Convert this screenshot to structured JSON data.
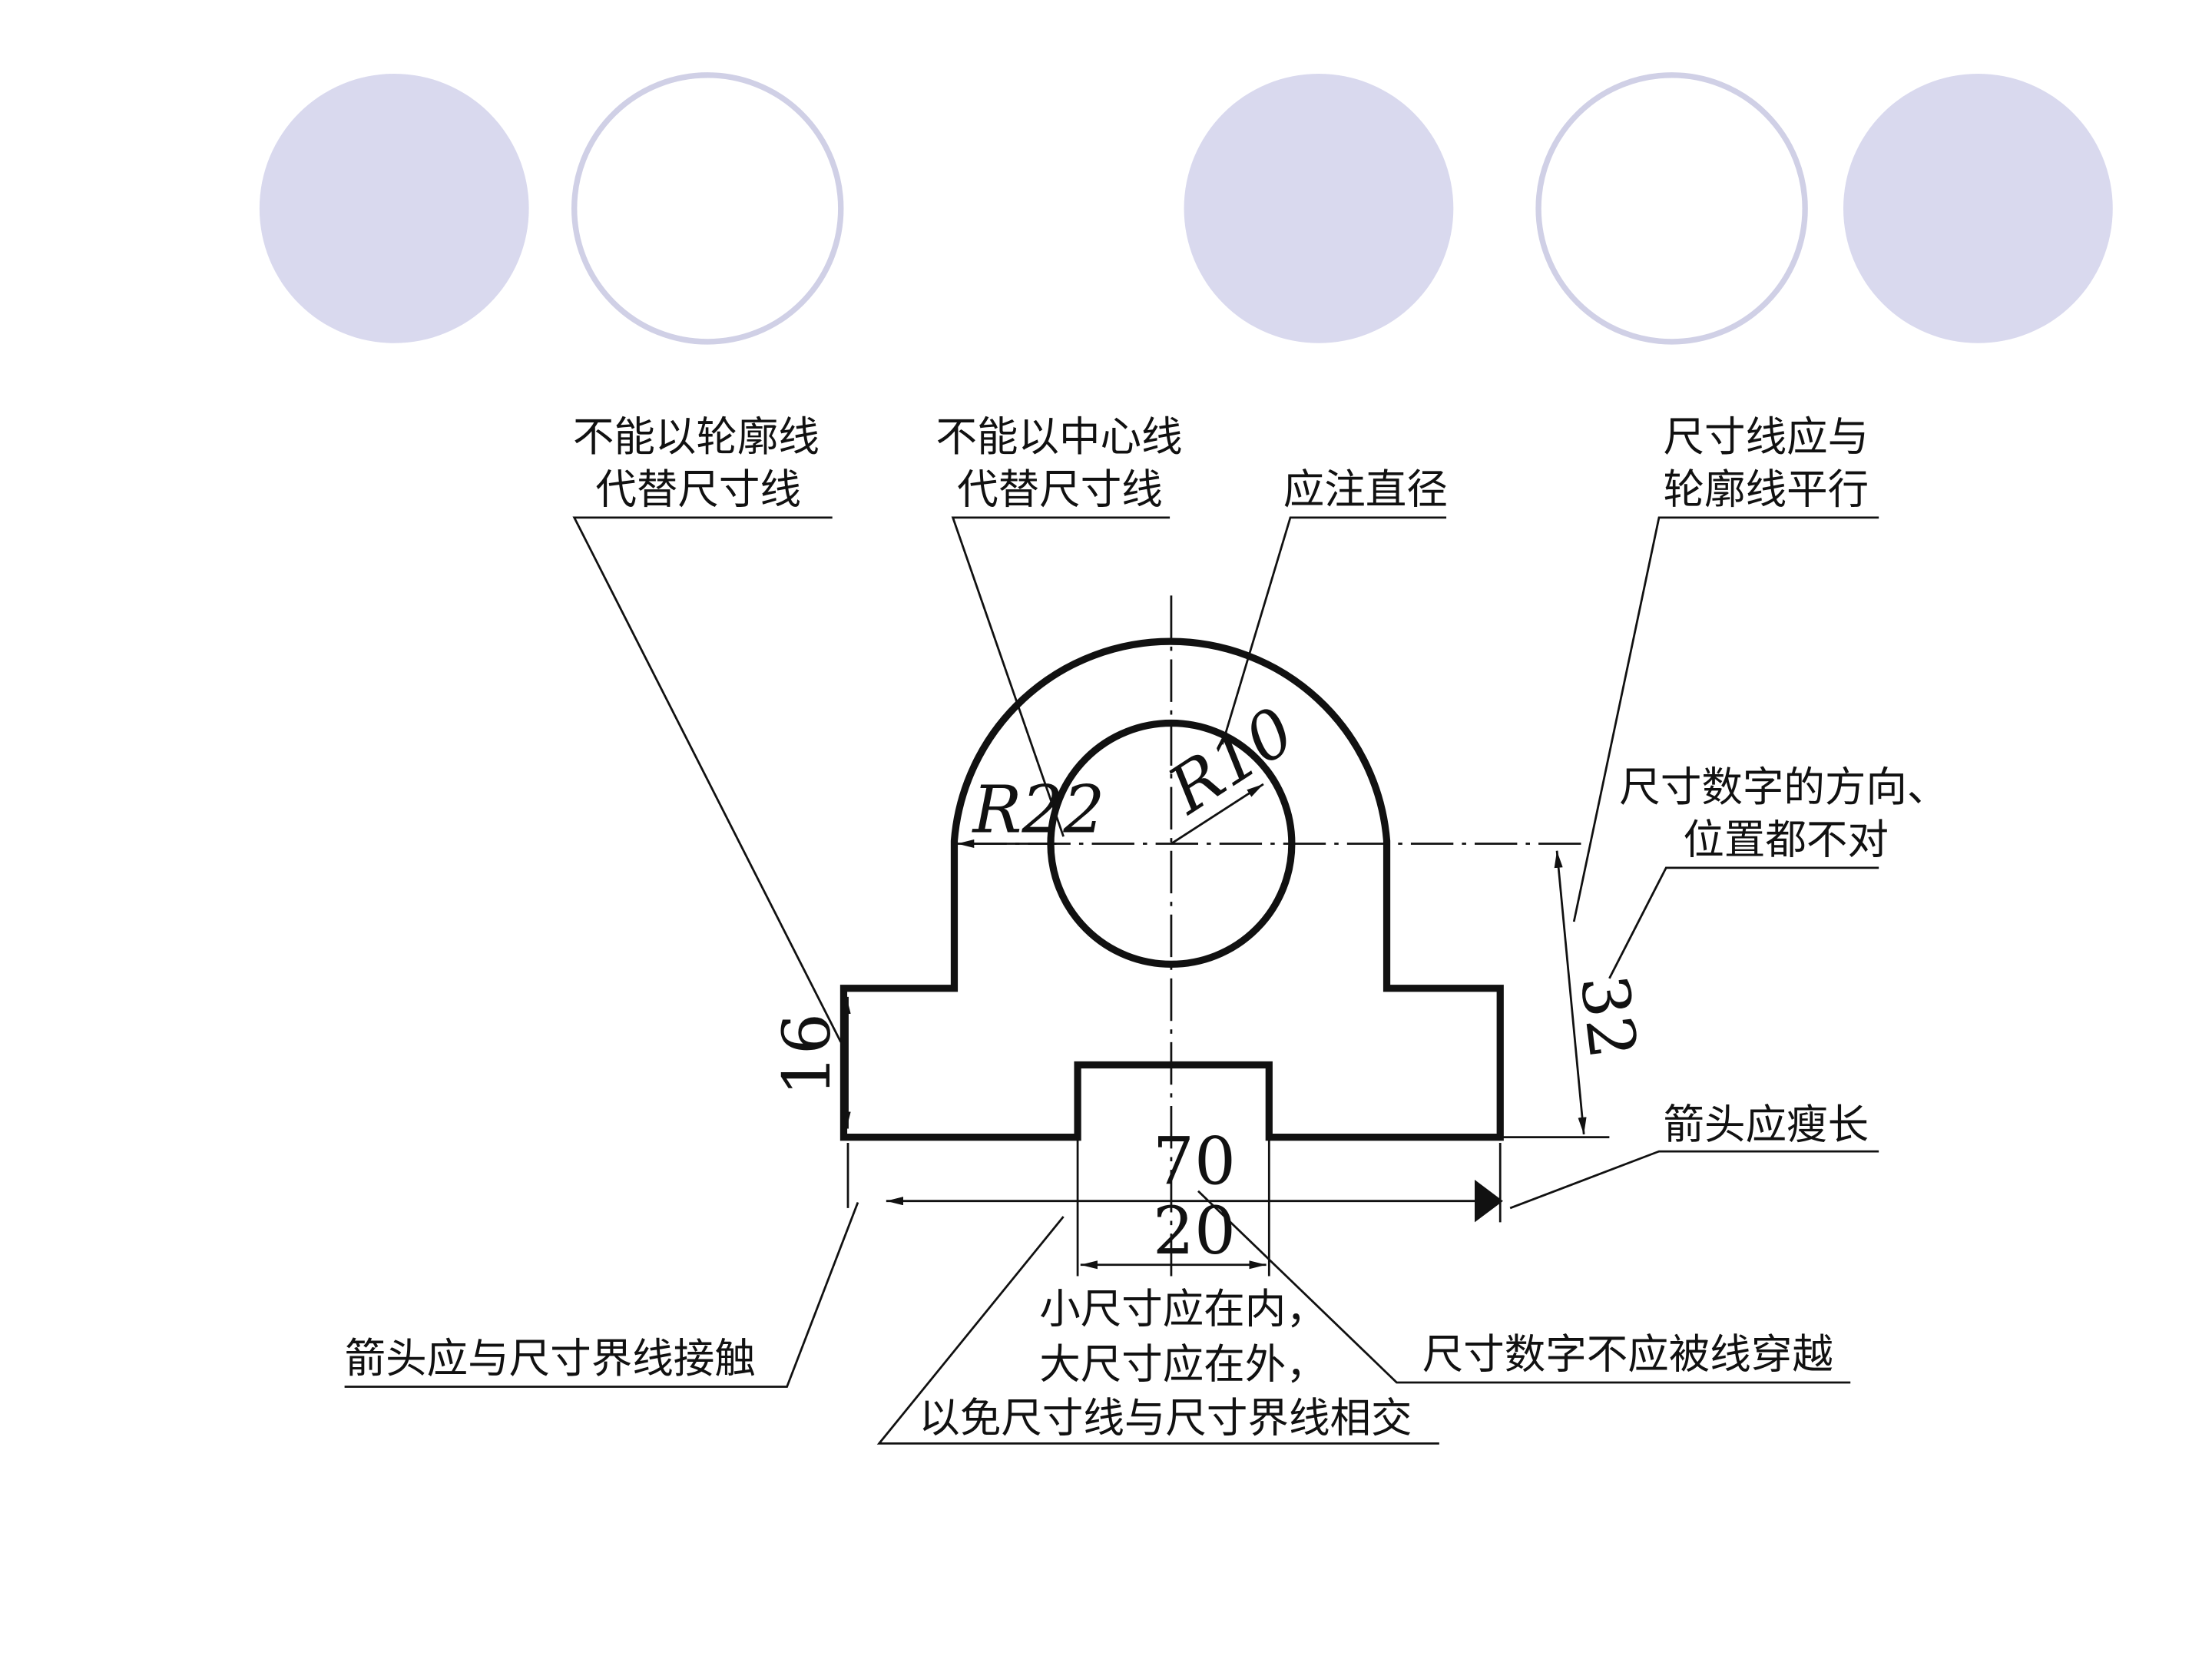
{
  "colors": {
    "circle_fill": "#d9d9ee",
    "circle_outline": "#d0d0e6",
    "ink": "#111111"
  },
  "annotations": {
    "contour_not_dimline": [
      "不能以轮廓线",
      "代替尺寸线"
    ],
    "center_not_dimline": [
      "不能以中心线",
      "代替尺寸线"
    ],
    "note_diameter": "应注直径",
    "parallel": [
      "尺寸线应与",
      "轮廓线平行"
    ],
    "number_direction": [
      "尺寸数字的方向、",
      "位置都不对"
    ],
    "arrow_slender": "箭头应瘦长",
    "arrow_touch": "箭头应与尺寸界线接触",
    "small_inside": [
      "小尺寸应在内，",
      "大尺寸应在外，",
      "以免尺寸线与尺寸界线相交"
    ],
    "not_crossed": "尺寸数字不应被线穿越"
  },
  "dimensions": {
    "r22": "R22",
    "r10": "R10",
    "d16": "16",
    "d32": "32",
    "d70": "70",
    "d20": "20"
  }
}
